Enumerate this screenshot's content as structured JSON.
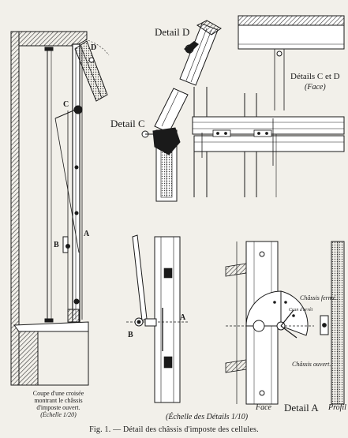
{
  "details": {
    "d": "Detail D",
    "c": "Detail C",
    "cd": "Détails C et D",
    "cd_sub": "(Face)",
    "face": "Face",
    "a": "Detail A",
    "profil": "Profil"
  },
  "letters": {
    "a_main": "A",
    "b_main": "B",
    "c_main": "C",
    "d_main": "D",
    "a_detail": "A",
    "b_detail": "B"
  },
  "annotations": {
    "chassis_ferme": "Châssis fermé.",
    "cran_arret": "Cran d'arrêt",
    "chassis_ouvert": "Châssis ouvert."
  },
  "left_caption": {
    "line1": "Coupe d'une croisée",
    "line2": "montrant le châssis",
    "line3": "d'imposte ouvert.",
    "line4": "(Échelle 1/20)"
  },
  "scale_detail": "(Échelle des Détails 1/10)",
  "figure_caption": "Fig. 1. — Détail des châssis d'imposte des cellules."
}
